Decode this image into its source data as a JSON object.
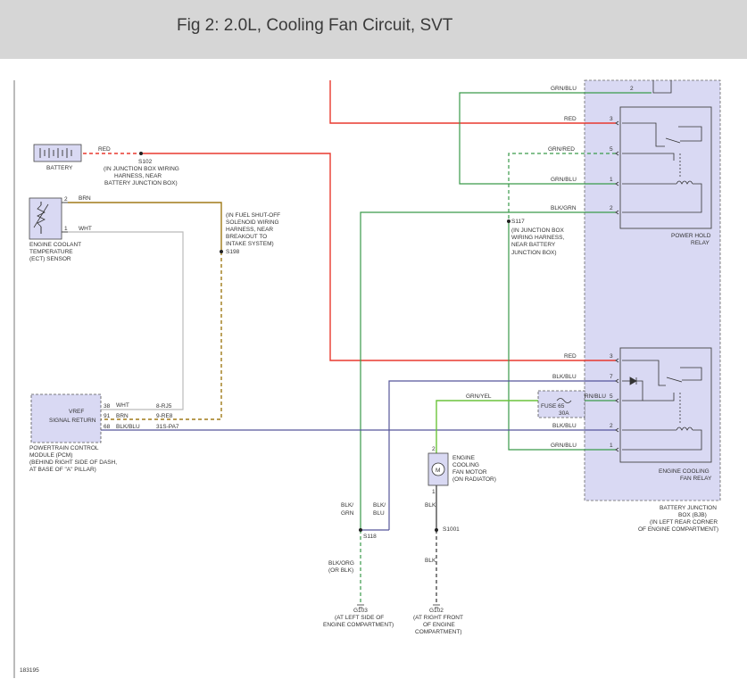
{
  "title": "Fig 2: 2.0L, Cooling Fan Circuit, SVT",
  "figure_number": "183195",
  "colors": {
    "red": "#e8392e",
    "green": "#3a9a4a",
    "light_green": "#6bc43b",
    "blue": "#56569a",
    "brown": "#a07a18",
    "gray": "#bbbbbb",
    "relay_fill": "#d9d9f3"
  },
  "battery": {
    "label": "BATTERY",
    "wire": "RED"
  },
  "splices": {
    "s102": [
      "S102",
      "(IN JUNCTION BOX WIRING",
      "HARNESS, NEAR",
      "BATTERY JUNCTION BOX)"
    ],
    "s198_note": [
      "(IN FUEL SHUT-OFF",
      "SOLENOID WIRING",
      "HARNESS, NEAR",
      "BREAKOUT TO",
      "INTAKE SYSTEM)"
    ],
    "s198": "S198",
    "s117": [
      "S117",
      "(IN JUNCTION BOX",
      "WIRING HARNESS,",
      "NEAR BATTERY",
      "JUNCTION BOX)"
    ],
    "s118": "S118",
    "s1001": "S1001"
  },
  "ect_sensor": {
    "label": [
      "ENGINE COOLANT",
      "TEMPERATURE",
      "(ECT) SENSOR"
    ],
    "pin2": "2",
    "pin2_wire": "BRN",
    "pin1": "1",
    "pin1_wire": "WHT"
  },
  "pcm": {
    "vref": "VREF",
    "signal_return": "SIGNAL RETURN",
    "label": [
      "POWERTRAIN CONTROL",
      "MODULE (PCM)",
      "(BEHIND RIGHT SIDE OF DASH,",
      "AT BASE OF \"A\" PILLAR)"
    ],
    "rows": [
      {
        "pin": "38",
        "wire": "WHT",
        "circuit": "8-RJ5"
      },
      {
        "pin": "91",
        "wire": "BRN",
        "circuit": "9-RE8"
      },
      {
        "pin": "68",
        "wire": "BLK/BLU",
        "circuit": "31S-PA7"
      }
    ]
  },
  "power_hold_relay": {
    "label": [
      "POWER HOLD",
      "RELAY"
    ],
    "pins": [
      {
        "pin": "2",
        "wire": "GRN/BLU"
      },
      {
        "pin": "3",
        "wire": "RED"
      },
      {
        "pin": "5",
        "wire": "GRN/RED"
      },
      {
        "pin": "1",
        "wire": "GRN/BLU"
      },
      {
        "pin": "2",
        "wire": "BLK/GRN"
      }
    ]
  },
  "fan_relay": {
    "label": [
      "ENGINE COOLING",
      "FAN RELAY"
    ],
    "pins": [
      {
        "pin": "3",
        "wire": "RED"
      },
      {
        "pin": "7",
        "wire": "BLK/BLU"
      },
      {
        "pin": "5",
        "wire": "GRN/BLU"
      },
      {
        "pin": "2",
        "wire": "BLK/BLU"
      },
      {
        "pin": "1",
        "wire": "GRN/BLU"
      }
    ]
  },
  "fuse": {
    "label": "FUSE 65",
    "rating": "30A",
    "wire_in": "GRN/YEL"
  },
  "bjb": {
    "label": [
      "BATTERY JUNCTION",
      "BOX (BJB)",
      "(IN LEFT REAR CORNER",
      "OF ENGINE COMPARTMENT)"
    ]
  },
  "fan_motor": {
    "pin": "2",
    "pin_low": "1",
    "symbol": "M",
    "label": [
      "ENGINE",
      "COOLING",
      "FAN MOTOR",
      "(ON RADIATOR)"
    ]
  },
  "wires": {
    "blk_grn": [
      "BLK/",
      "GRN"
    ],
    "blk_blu": [
      "BLK/",
      "BLU"
    ],
    "blk_1": "BLK",
    "blk_2": "BLK",
    "blk_org": [
      "BLK/ORG",
      "(OR BLK)"
    ]
  },
  "grounds": {
    "g103": [
      "G103",
      "(AT LEFT SIDE OF",
      "ENGINE COMPARTMENT)"
    ],
    "g102": [
      "G102",
      "(AT RIGHT FRONT",
      "OF ENGINE",
      "COMPARTMENT)"
    ]
  }
}
